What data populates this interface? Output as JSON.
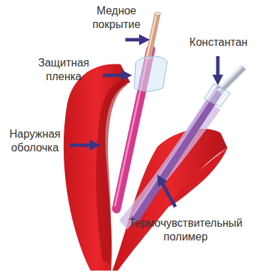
{
  "diagram": {
    "labels": [
      "Медное покрытие",
      "Защитная пленка",
      "Константан",
      "Наружная оболочка",
      "Термочувствительный полимер"
    ]
  }
}
